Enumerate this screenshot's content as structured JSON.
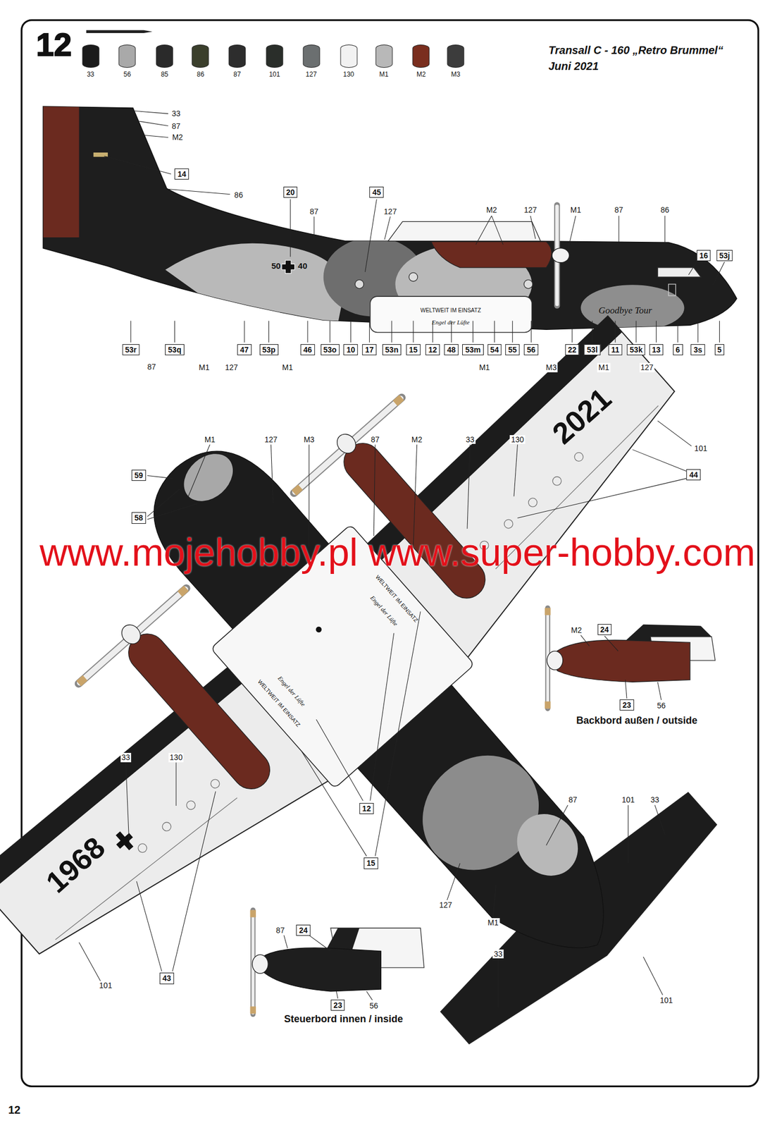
{
  "diagram": {
    "title": "Transall C - 160 „Retro Brummel“",
    "nodes": [
      {
        "text": [
          "14"
        ]
      },
      {
        "text": [
          "20"
        ]
      },
      {
        "text": [
          "45"
        ]
      },
      {
        "text": [
          "16"
        ]
      },
      {
        "text": [
          "53j"
        ]
      },
      {
        "text": [
          "53r"
        ]
      },
      {
        "text": [
          "53q"
        ]
      },
      {
        "text": [
          "47"
        ]
      },
      {
        "text": [
          "53p"
        ]
      },
      {
        "text": [
          "46"
        ]
      },
      {
        "text": [
          "53o"
        ]
      },
      {
        "text": [
          "10"
        ]
      },
      {
        "text": [
          "17"
        ]
      },
      {
        "text": [
          "53n"
        ]
      },
      {
        "text": [
          "15"
        ]
      },
      {
        "text": [
          "12"
        ]
      },
      {
        "text": [
          "48"
        ]
      },
      {
        "text": [
          "53m"
        ]
      },
      {
        "text": [
          "54"
        ]
      },
      {
        "text": [
          "55"
        ]
      },
      {
        "text": [
          "56"
        ]
      },
      {
        "text": [
          "22"
        ]
      },
      {
        "text": [
          "53l"
        ]
      },
      {
        "text": [
          "11"
        ]
      },
      {
        "text": [
          "53k"
        ]
      },
      {
        "text": [
          "13"
        ]
      },
      {
        "text": [
          "6"
        ]
      },
      {
        "text": [
          "3s"
        ]
      },
      {
        "text": [
          "5"
        ]
      },
      {
        "text": [
          "59"
        ]
      },
      {
        "text": [
          "58"
        ]
      },
      {
        "text": [
          "44"
        ]
      },
      {
        "text": [
          "12"
        ]
      },
      {
        "text": [
          "15"
        ]
      },
      {
        "text": [
          "43"
        ]
      },
      {
        "text": [
          "24"
        ]
      },
      {
        "text": [
          "23"
        ]
      },
      {
        "text": [
          "24"
        ]
      },
      {
        "text": [
          "23"
        ]
      }
    ],
    "labels": [
      "12",
      "Juni 2021",
      "33",
      "87",
      "M2",
      "86",
      "87",
      "127",
      "M2",
      "127",
      "M1",
      "87",
      "86",
      "87",
      "M1",
      "127",
      "M1",
      "M1",
      "M3",
      "M1",
      "127",
      "50",
      "40",
      "WELTWEIT IM EINSATZ",
      "Engel der Lüfte",
      "Goodbye Tour",
      "M1",
      "127",
      "M3",
      "87",
      "M2",
      "33",
      "130",
      "101",
      "2021",
      "1968",
      "WELTWEIT IM EINSATZ",
      "Engel der Lüfte",
      "WELTWEIT IM EINSATZ",
      "Engel der Lüfte",
      "33",
      "130",
      "101",
      "87",
      "101",
      "33",
      "127",
      "M1",
      "33",
      "101",
      "M2",
      "56",
      "Backbord außen / outside",
      "87",
      "56",
      "Steuerbord innen / inside",
      "www.mojehobby.pl www.super-hobby.com",
      "12"
    ],
    "legend": [
      {
        "text": "33",
        "color": "#1b1b1b"
      },
      {
        "text": "56",
        "color": "#a9a9a9"
      },
      {
        "text": "85",
        "color": "#2a2a2a"
      },
      {
        "text": "86",
        "color": "#3b3f2c"
      },
      {
        "text": "87",
        "color": "#2d2d2d"
      },
      {
        "text": "101",
        "color": "#2a2e2a"
      },
      {
        "text": "127",
        "color": "#6b6f70"
      },
      {
        "text": "130",
        "color": "#f2f2f2"
      },
      {
        "text": "M1",
        "color": "#b8b8b8"
      },
      {
        "text": "M2",
        "color": "#7a2e1e"
      },
      {
        "text": "M3",
        "color": "#3c3c3c"
      }
    ]
  }
}
